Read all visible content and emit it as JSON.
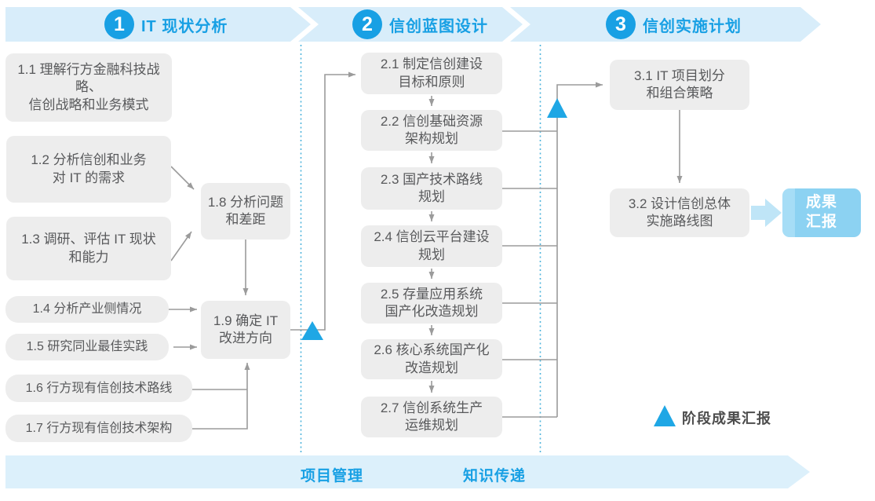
{
  "colors": {
    "accent_blue": "#18A0E4",
    "band_fill": "#D8EDFA",
    "bottom_band_fill": "#DCF0FB",
    "triangle_blue": "#1FA7E5",
    "box_gray": "#EDEDED",
    "box_text_gray": "#58595B",
    "connector_gray": "#9B9B9B",
    "dotted_line_blue": "#4FB4DC",
    "result_box_fill": "#8CD2F2"
  },
  "phases": [
    {
      "number": "1",
      "title": "IT 现状分析"
    },
    {
      "number": "2",
      "title": "信创蓝图设计"
    },
    {
      "number": "3",
      "title": "信创实施计划"
    }
  ],
  "boxes": {
    "b11": "1.1 理解行方金融科技战略、\n信创战略和业务模式",
    "b12": "1.2 分析信创和业务\n对 IT 的需求",
    "b13": "1.3 调研、评估 IT 现状\n和能力",
    "b14": "1.4 分析产业侧情况",
    "b15": "1.5 研究同业最佳实践",
    "b16": "1.6 行方现有信创技术路线",
    "b17": "1.7 行方现有信创技术架构",
    "b18": "1.8 分析问题\n和差距",
    "b19": "1.9 确定 IT\n改进方向",
    "b21": "2.1 制定信创建设\n目标和原则",
    "b22": "2.2 信创基础资源\n架构规划",
    "b23": "2.3 国产技术路线\n规划",
    "b24": "2.4 信创云平台建设\n规划",
    "b25": "2.5 存量应用系统\n国产化改造规划",
    "b26": "2.6 核心系统国产化\n改造规划",
    "b27": "2.7 信创系统生产\n运维规划",
    "b31": "3.1 IT 项目划分\n和组合策略",
    "b32": "3.2 设计信创总体\n实施路线图"
  },
  "result_box": "成果\n汇报",
  "bottom_band": {
    "left_label": "项目管理",
    "right_label": "知识传递"
  },
  "legend": {
    "label": "阶段成果汇报"
  }
}
